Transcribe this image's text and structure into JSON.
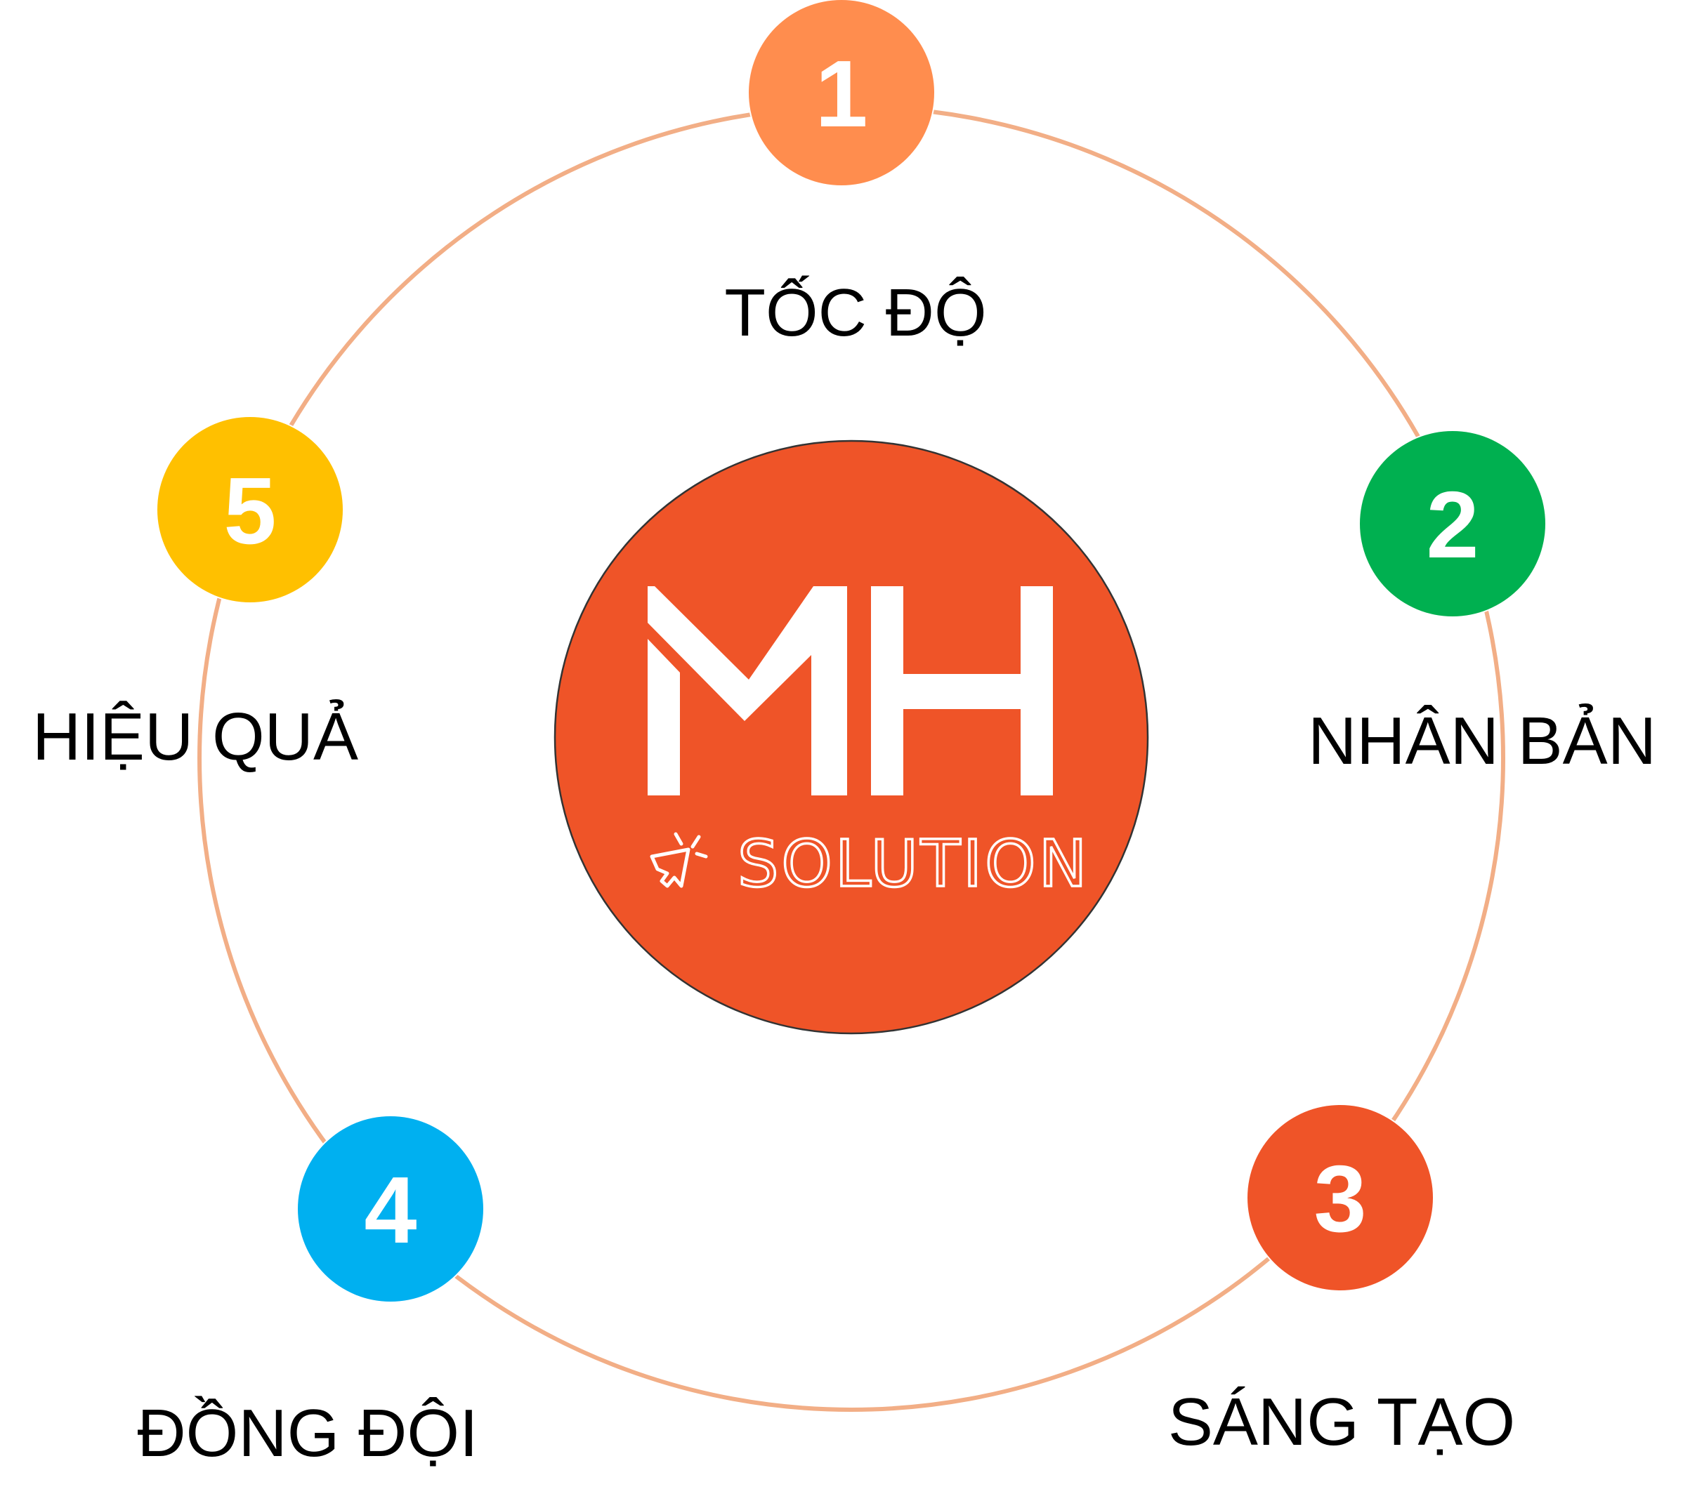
{
  "colors": {
    "ring": "#f2ae86",
    "center": "#ef5428",
    "center_border": "#333333"
  },
  "logo": {
    "mark": "MH",
    "subtitle": "SOLUTION",
    "cursor_icon": "cursor-click-icon"
  },
  "nodes": [
    {
      "number": "1",
      "label": "TỐC ĐỘ",
      "color": "#ff8d4e"
    },
    {
      "number": "2",
      "label": "NHÂN BẢN",
      "color": "#00b050"
    },
    {
      "number": "3",
      "label": "SÁNG TẠO",
      "color": "#ef5428"
    },
    {
      "number": "4",
      "label": "ĐỒNG ĐỘI",
      "color": "#00b0f0"
    },
    {
      "number": "5",
      "label": "HIỆU QUẢ",
      "color": "#ffc000"
    }
  ]
}
